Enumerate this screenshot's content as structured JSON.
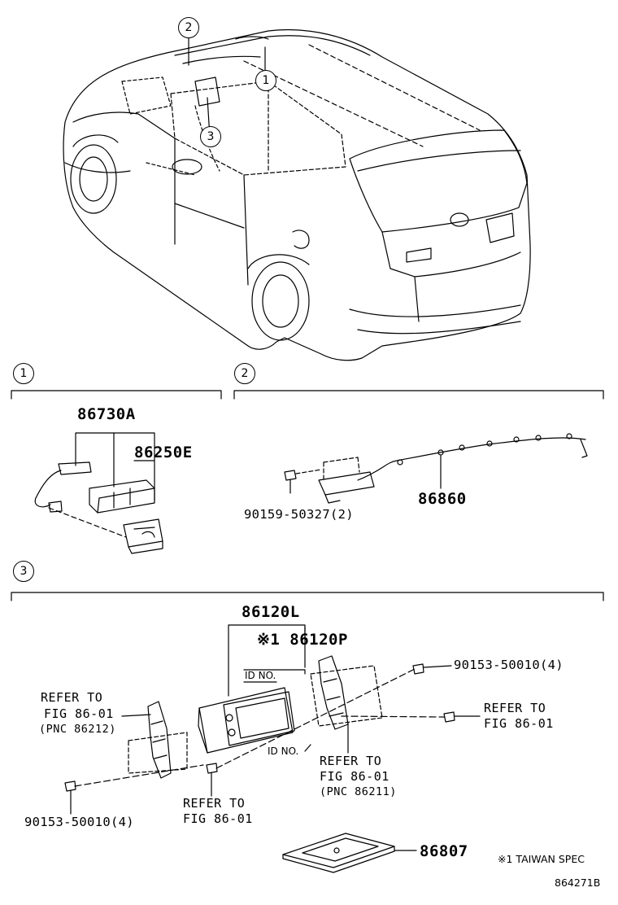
{
  "callouts": {
    "one": "1",
    "two": "2",
    "three": "3"
  },
  "section1": {
    "part_86730A": "86730A",
    "part_86250E": "86250E"
  },
  "section2": {
    "part_86860": "86860",
    "bolt": "90159-50327(2)"
  },
  "section3": {
    "part_86120L": "86120L",
    "part_86120P": "※1 86120P",
    "id_no_top": "ID NO.",
    "id_no_bottom": "ID NO.",
    "bolt_right": "90153-50010(4)",
    "bolt_left": "90153-50010(4)",
    "refer_left": [
      "REFER TO",
      "FIG 86-01",
      "(PNC 86212)"
    ],
    "refer_right_top": [
      "REFER TO",
      "FIG 86-01"
    ],
    "refer_right_bottom": [
      "REFER TO",
      "FIG 86-01",
      "(PNC 86211)"
    ],
    "refer_bottom": [
      "REFER TO",
      "FIG 86-01"
    ],
    "part_86807": "86807"
  },
  "footer": {
    "note": "※1 TAIWAN SPEC",
    "figure_code": "864271B"
  }
}
